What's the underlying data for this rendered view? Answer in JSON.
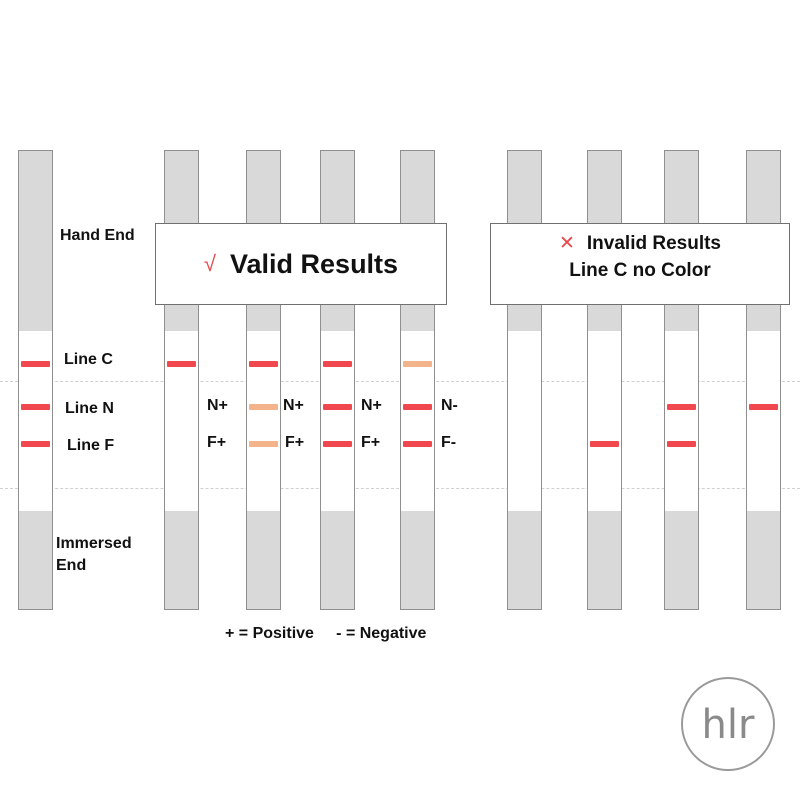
{
  "labels": {
    "hand_end": "Hand End",
    "line_c": "Line C",
    "line_n": "Line N",
    "line_f": "Line F",
    "immersed_end_1": "Immersed",
    "immersed_end_2": "End"
  },
  "valid_box": {
    "mark": "√",
    "title": "Valid Results"
  },
  "invalid_box": {
    "mark": "✕",
    "title": "Invalid  Results",
    "subtitle": "Line  C  no Color"
  },
  "legend": "+ = Positive     - = Negative",
  "logo_text": "hlr",
  "colors": {
    "strong": "#f0484e",
    "weak": "#f3b48c",
    "strip_gray": "#d9d9d9",
    "mark": "#e8484c"
  },
  "reference_strip": {
    "bands": [
      "strong",
      "strong",
      "strong"
    ]
  },
  "valid_strips": [
    {
      "c": "strong",
      "n": "none",
      "f": "none",
      "n_label": "N+",
      "f_label": "F+"
    },
    {
      "c": "strong",
      "n": "weak",
      "f": "weak",
      "n_label": "N+",
      "f_label": "F+"
    },
    {
      "c": "strong",
      "n": "strong",
      "f": "strong",
      "n_label": "N+",
      "f_label": "F+"
    },
    {
      "c": "weak",
      "n": "strong",
      "f": "strong",
      "n_label": "N-",
      "f_label": "F-"
    }
  ],
  "invalid_strips": [
    {
      "c": "none",
      "n": "none",
      "f": "none"
    },
    {
      "c": "none",
      "n": "none",
      "f": "strong"
    },
    {
      "c": "none",
      "n": "strong",
      "f": "strong"
    },
    {
      "c": "none",
      "n": "strong",
      "f": "none"
    }
  ]
}
